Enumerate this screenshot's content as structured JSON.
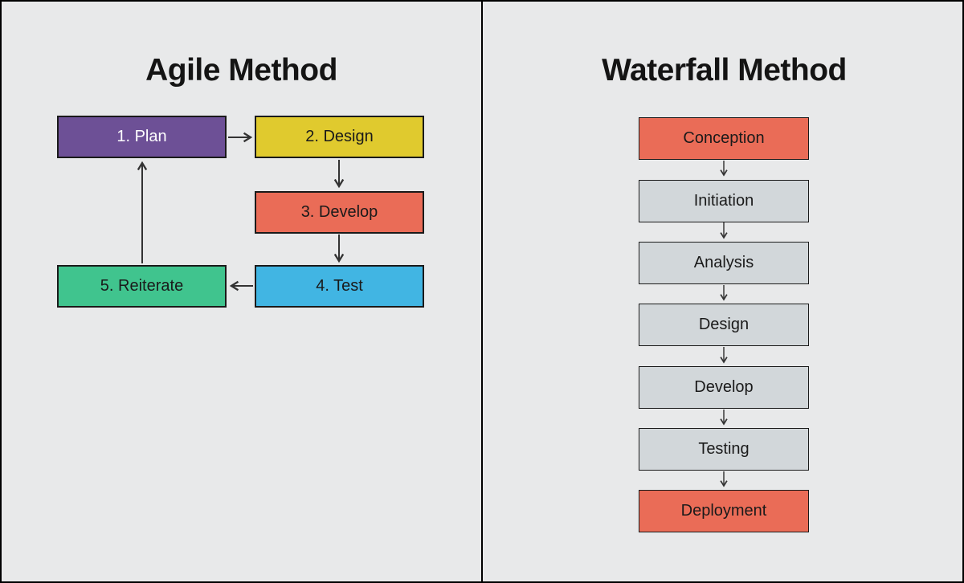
{
  "canvas": {
    "background": "#E8E9EA",
    "border_color": "#000000",
    "arrow_color": "#333333"
  },
  "agile": {
    "title": "Agile Method",
    "steps": [
      {
        "label": "1. Plan",
        "fill": "#6D5096",
        "text": "#FFFFFF"
      },
      {
        "label": "2. Design",
        "fill": "#E0CA2E",
        "text": "#1A1A1A"
      },
      {
        "label": "3. Develop",
        "fill": "#EA6C57",
        "text": "#1A1A1A"
      },
      {
        "label": "4. Test",
        "fill": "#41B5E3",
        "text": "#1A1A1A"
      },
      {
        "label": "5. Reiterate",
        "fill": "#40C48E",
        "text": "#1A1A1A"
      }
    ]
  },
  "waterfall": {
    "title": "Waterfall Method",
    "steps": [
      {
        "label": "Conception",
        "fill": "#EA6C57",
        "text": "#1A1A1A"
      },
      {
        "label": "Initiation",
        "fill": "#D2D7DA",
        "text": "#1A1A1A"
      },
      {
        "label": "Analysis",
        "fill": "#D2D7DA",
        "text": "#1A1A1A"
      },
      {
        "label": "Design",
        "fill": "#D2D7DA",
        "text": "#1A1A1A"
      },
      {
        "label": "Develop",
        "fill": "#D2D7DA",
        "text": "#1A1A1A"
      },
      {
        "label": "Testing",
        "fill": "#D2D7DA",
        "text": "#1A1A1A"
      },
      {
        "label": "Deployment",
        "fill": "#EA6C57",
        "text": "#1A1A1A"
      }
    ]
  }
}
